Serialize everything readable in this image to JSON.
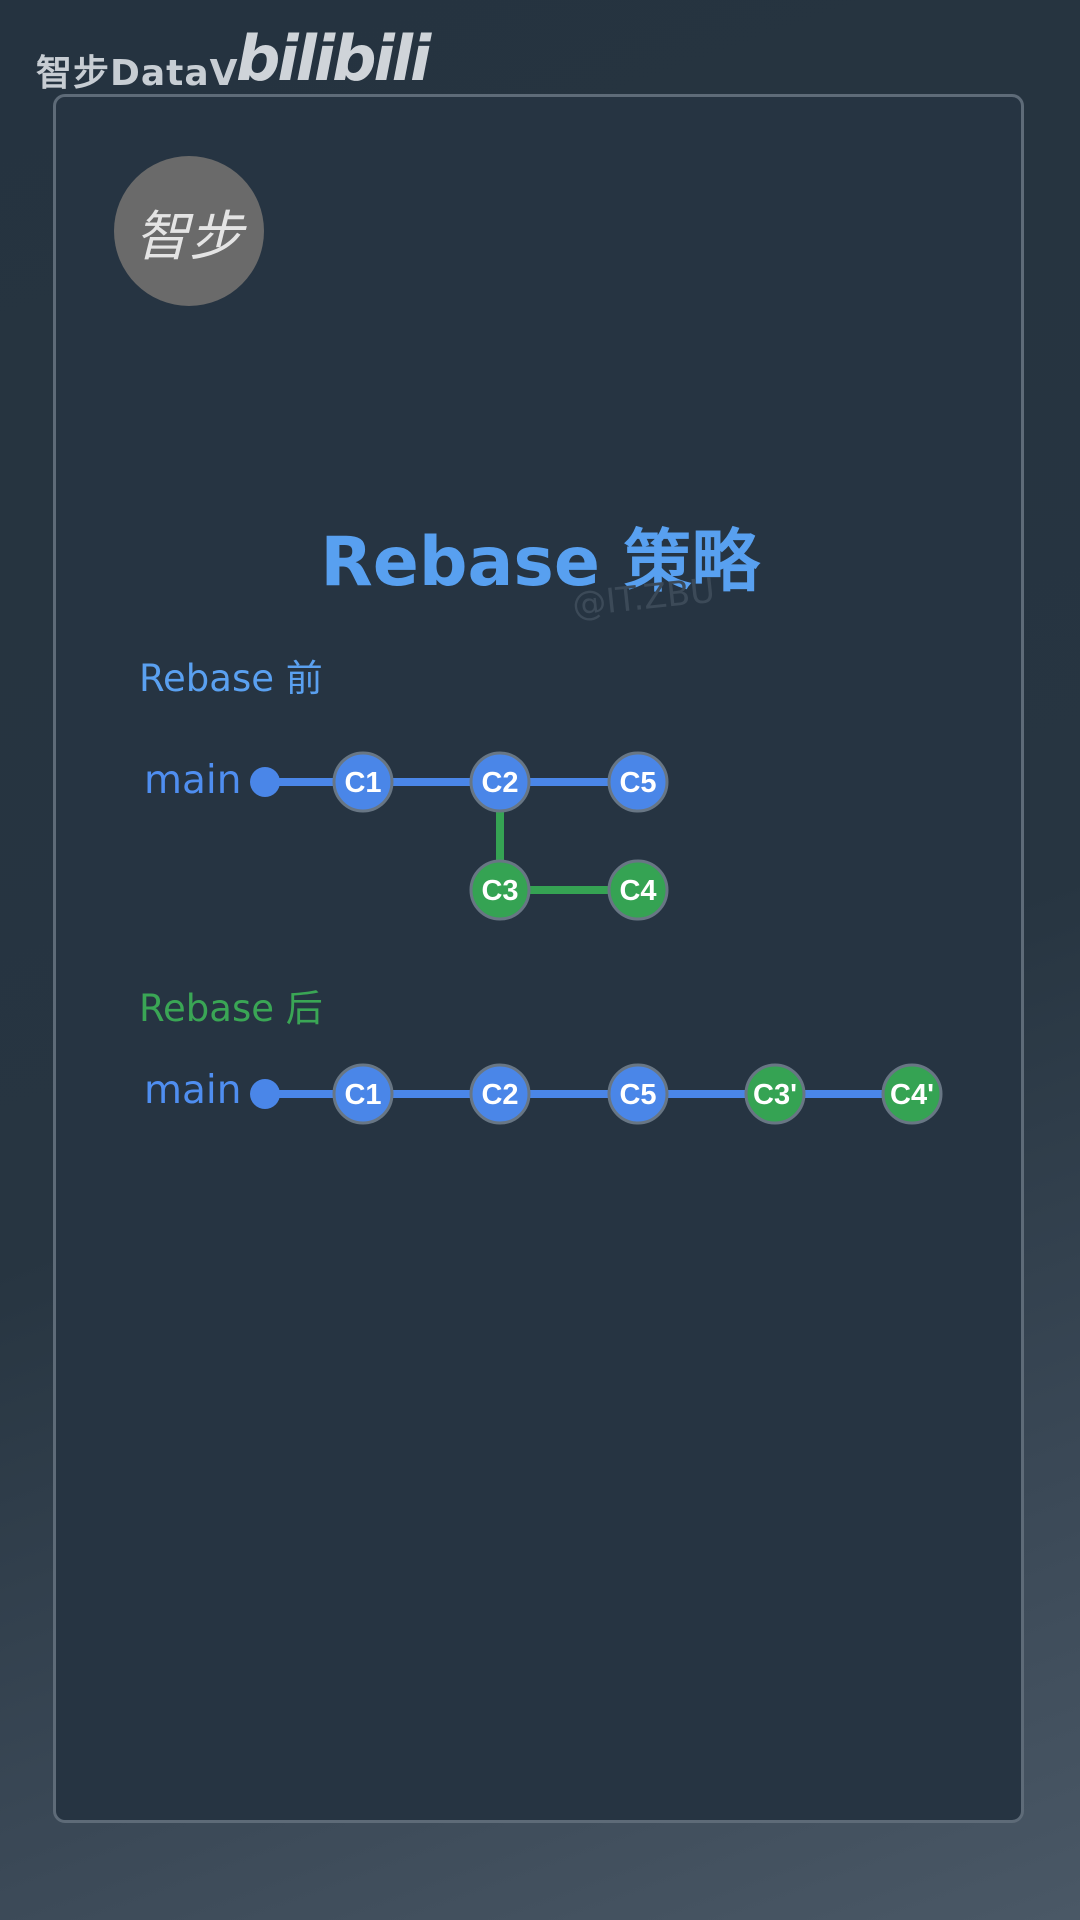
{
  "brand": {
    "name": "智步DataV",
    "platform_logo": "bilibili"
  },
  "avatar": {
    "text": "智步"
  },
  "title": "Rebase 策略",
  "watermark": "@IT.ZBU",
  "before": {
    "label": "Rebase 前",
    "branch_label": "main",
    "main_commits": [
      "C1",
      "C2",
      "C5"
    ],
    "feature_commits": [
      "C3",
      "C4"
    ]
  },
  "after": {
    "label": "Rebase 后",
    "branch_label": "main",
    "commits": [
      "C1",
      "C2",
      "C5",
      "C3'",
      "C4'"
    ]
  },
  "colors": {
    "main": "#4a86e8",
    "feature": "#35a353",
    "node_border": "#687684",
    "title": "#58a0f0"
  }
}
